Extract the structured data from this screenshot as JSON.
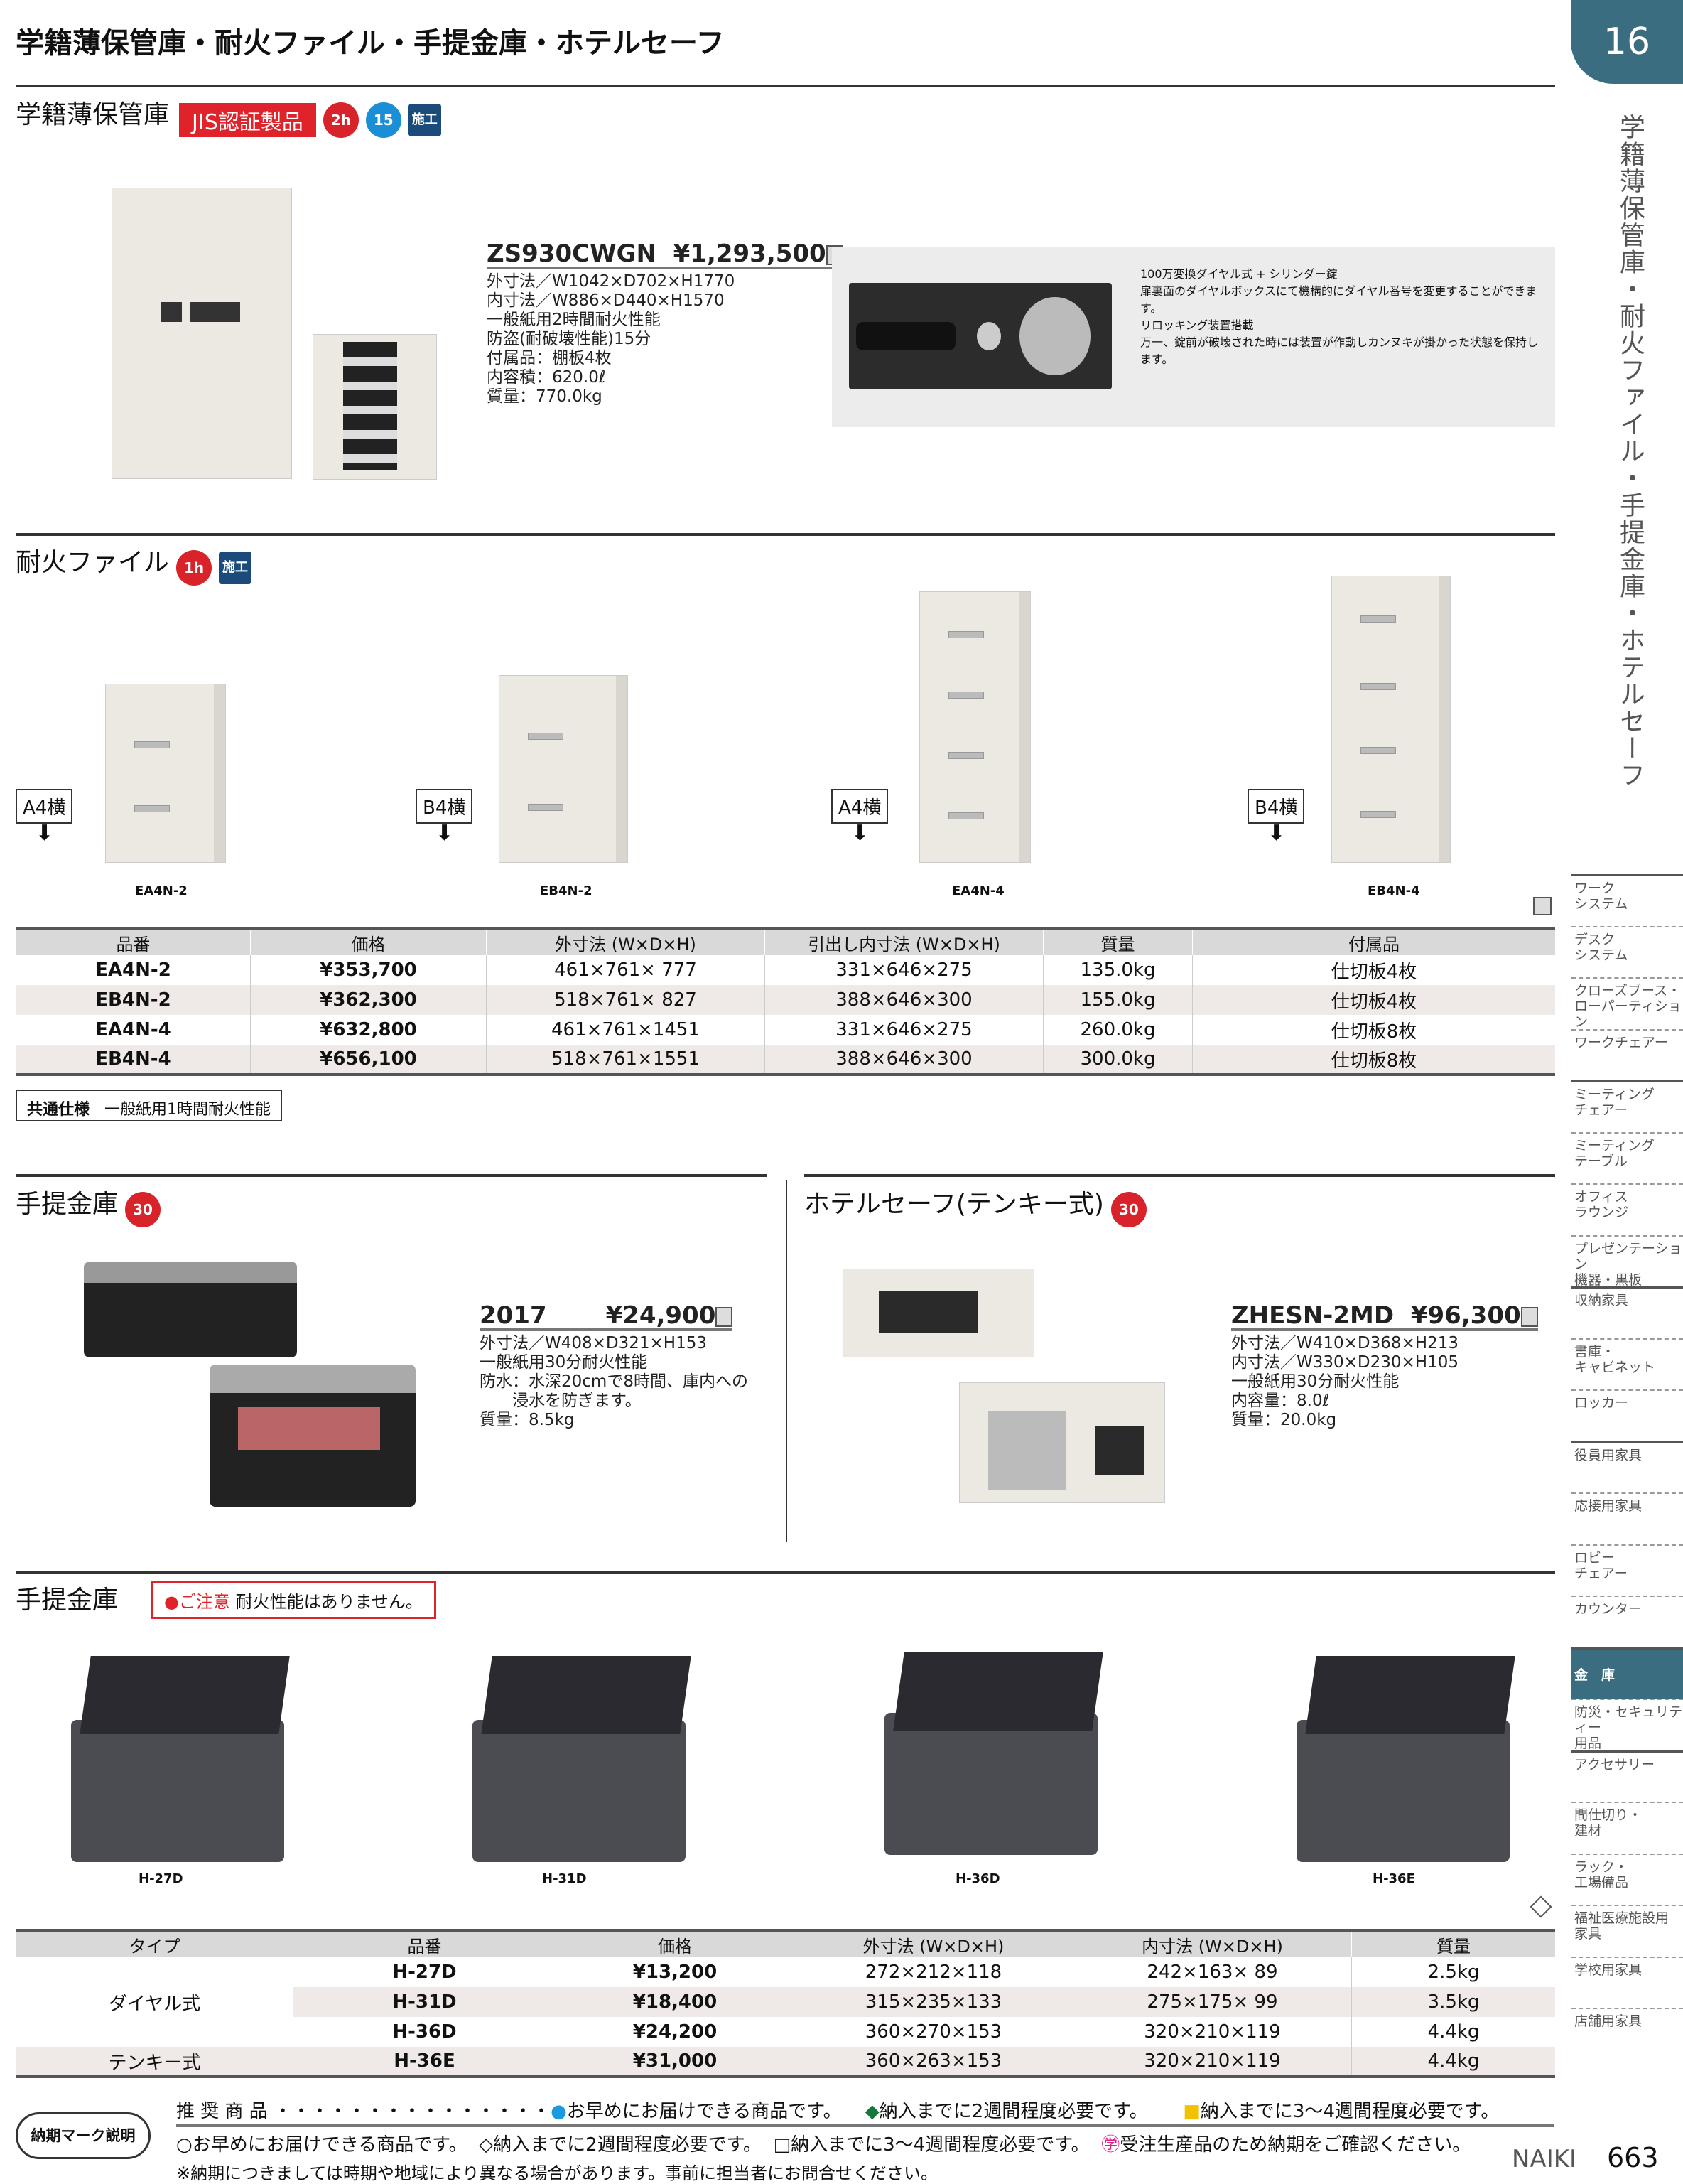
{
  "page_title": "学籍薄保管庫・耐火ファイル・手提金庫・ホテルセーフ",
  "chapter": "16",
  "side_title": "学籍薄保管庫・耐火ファイル・手提金庫・ホテルセーフ",
  "s1": {
    "title": "学籍薄保管庫",
    "jis": "JIS認証製品",
    "icons": [
      "2h",
      "15",
      "施工"
    ],
    "model": "ZS930CWGN",
    "price": "¥1,293,500",
    "specs": [
      "外寸法／W1042×D702×H1770",
      "内寸法／W886×D440×H1570",
      "一般紙用2時間耐火性能",
      "防盗(耐破壊性能)15分",
      "付属品：棚板4枚",
      "内容積：620.0ℓ",
      "質量：770.0kg"
    ],
    "feature1_title": "100万変換ダイヤル式 + シリンダー錠",
    "feature1_text": "扉裏面のダイヤルボックスにて機構的にダイヤル番号を変更することができます。",
    "feature2_title": "リロッキング装置搭載",
    "feature2_text": "万一、錠前が破壊された時には装置が作動しカンヌキが掛かった状態を保持します。"
  },
  "s2": {
    "title": "耐火ファイル",
    "icons": [
      "1h",
      "施工"
    ],
    "products": [
      {
        "size": "A4横",
        "name": "EA4N-2"
      },
      {
        "size": "B4横",
        "name": "EB4N-2"
      },
      {
        "size": "A4横",
        "name": "EA4N-4"
      },
      {
        "size": "B4横",
        "name": "EB4N-4"
      }
    ],
    "headers": [
      "品番",
      "価格",
      "外寸法 (W×D×H)",
      "引出し内寸法 (W×D×H)",
      "質量",
      "付属品"
    ],
    "rows": [
      [
        "EA4N-2",
        "¥353,700",
        "461×761× 777",
        "331×646×275",
        "135.0kg",
        "仕切板4枚"
      ],
      [
        "EB4N-2",
        "¥362,300",
        "518×761× 827",
        "388×646×300",
        "155.0kg",
        "仕切板4枚"
      ],
      [
        "EA4N-4",
        "¥632,800",
        "461×761×1451",
        "331×646×275",
        "260.0kg",
        "仕切板8枚"
      ],
      [
        "EB4N-4",
        "¥656,100",
        "518×761×1551",
        "388×646×300",
        "300.0kg",
        "仕切板8枚"
      ]
    ],
    "common_label": "共通仕様",
    "common_text": "一般紙用1時間耐火性能"
  },
  "s3": {
    "title": "手提金庫",
    "icon": "30",
    "model": "2017",
    "price": "¥24,900",
    "specs": [
      "外寸法／W408×D321×H153",
      "一般紙用30分耐火性能",
      "防水：水深20cmで8時間、庫内への",
      "　　浸水を防ぎます。",
      "質量：8.5kg"
    ]
  },
  "s4": {
    "title": "ホテルセーフ(テンキー式)",
    "icon": "30",
    "model": "ZHESN-2MD",
    "price": "¥96,300",
    "specs": [
      "外寸法／W410×D368×H213",
      "内寸法／W330×D230×H105",
      "一般紙用30分耐火性能",
      "内容量：8.0ℓ",
      "質量：20.0kg"
    ]
  },
  "s5": {
    "title": "手提金庫",
    "notice_label": "●ご注意",
    "notice_text": "耐火性能はありません。",
    "products": [
      "H-27D",
      "H-31D",
      "H-36D",
      "H-36E"
    ],
    "headers": [
      "タイプ",
      "品番",
      "価格",
      "外寸法 (W×D×H)",
      "内寸法 (W×D×H)",
      "質量"
    ],
    "type_dial": "ダイヤル式",
    "type_tenkey": "テンキー式",
    "rows": [
      [
        "H-27D",
        "¥13,200",
        "272×212×118",
        "242×163× 89",
        "2.5kg"
      ],
      [
        "H-31D",
        "¥18,400",
        "315×235×133",
        "275×175× 99",
        "3.5kg"
      ],
      [
        "H-36D",
        "¥24,200",
        "360×270×153",
        "320×210×119",
        "4.4kg"
      ],
      [
        "H-36E",
        "¥31,000",
        "360×263×153",
        "320×210×119",
        "4.4kg"
      ]
    ]
  },
  "nav": [
    "ワーク\nシステム",
    "デスク\nシステム",
    "クローズブース・\nローパーティション",
    "ワークチェアー",
    "ミーティング\nチェアー",
    "ミーティング\nテーブル",
    "オフィス\nラウンジ",
    "プレゼンテーション\n機器・黒板",
    "収納家具",
    "書庫・\nキャビネット",
    "ロッカー",
    "役員用家具",
    "応接用家具",
    "ロビー\nチェアー",
    "カウンター",
    "金　庫",
    "防災・セキュリティー\n用品",
    "アクセサリー",
    "間仕切り・\n建材",
    "ラック・\n工場備品",
    "福祉医療施設用\n家具",
    "学校用家具",
    "店舗用家具"
  ],
  "legend": {
    "label": "納期マーク説明",
    "rec": "推 奨 商 品 ・・・・・・・・・・・・・・・",
    "r1": "お早めにお届けできる商品です。",
    "r2": "納入までに2週間程度必要です。",
    "r3": "納入までに3〜4週間程度必要です。",
    "n1": "お早めにお届けできる商品です。",
    "n2": "納入までに2週間程度必要です。",
    "n3": "納入までに3〜4週間程度必要です。",
    "n4": "受注生産品のため納期をご確認ください。",
    "note": "※納期につきましては時期や地域により異なる場合があります。事前に担当者にお問合せください。"
  },
  "footer": {
    "brand": "NAIKI",
    "page": "663"
  }
}
